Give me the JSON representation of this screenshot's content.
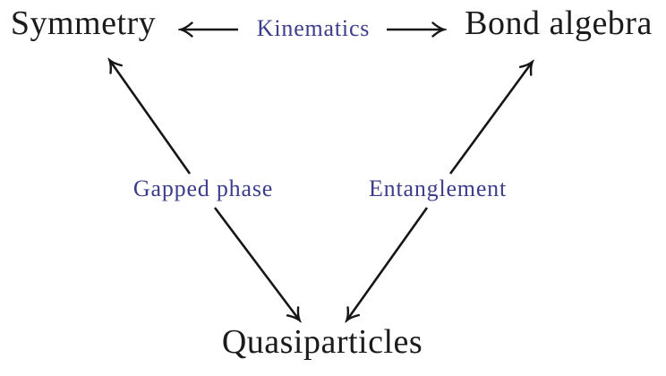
{
  "diagram": {
    "background_color": "#ffffff",
    "node_text_color": "#1b1b1b",
    "edge_label_color": "#3d3d8c",
    "arrow_color": "#161616",
    "nodes": [
      {
        "id": "symmetry",
        "label": "Symmetry",
        "position": "top-left"
      },
      {
        "id": "bond-algebra",
        "label": "Bond algebra",
        "position": "top-right"
      },
      {
        "id": "quasiparticles",
        "label": "Quasiparticles",
        "position": "bottom-center"
      }
    ],
    "edges": [
      {
        "id": "kinematics",
        "label": "Kinematics",
        "from": "symmetry",
        "to": "bond-algebra",
        "direction": "bidirectional"
      },
      {
        "id": "gapped-phase",
        "label": "Gapped phase",
        "from": "symmetry",
        "to": "quasiparticles",
        "direction": "bidirectional"
      },
      {
        "id": "entanglement",
        "label": "Entanglement",
        "from": "bond-algebra",
        "to": "quasiparticles",
        "direction": "bidirectional"
      }
    ]
  }
}
